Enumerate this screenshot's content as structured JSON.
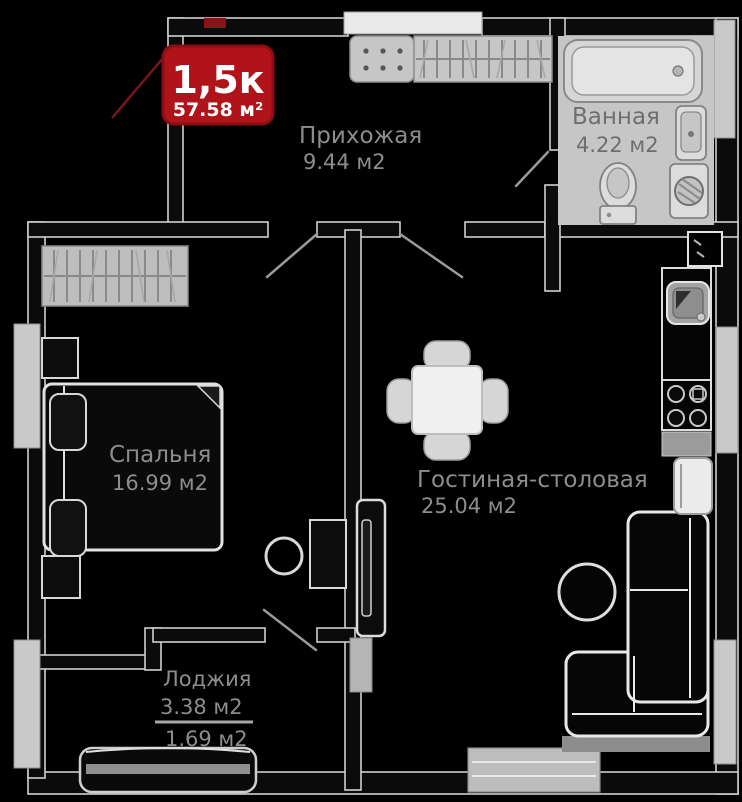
{
  "badge": {
    "rooms_label": "1,5к",
    "total_area": "57.58 м²"
  },
  "rooms": {
    "hallway": {
      "name": "Прихожая",
      "area": "9.44 м2"
    },
    "bathroom": {
      "name": "Ванная",
      "area": "4.22 м2"
    },
    "bedroom": {
      "name": "Спальня",
      "area": "16.99 м2"
    },
    "living": {
      "name": "Гостиная-столовая",
      "area": "25.04 м2"
    },
    "loggia": {
      "name": "Лоджия",
      "area_full": "3.38 м2",
      "area_coeff": "1.69 м2"
    }
  },
  "colors": {
    "background": "#000000",
    "badge_bg": "#b01319",
    "badge_border": "#8c0e14",
    "badge_text": "#ffffff",
    "wall_line": "#cfcfcf",
    "window_fill": "#c9c9c9",
    "label_text": "#8d8d8d",
    "bathroom_label_text": "#6e6e6e",
    "entry_marker": "#8c1218"
  },
  "icons": [
    "bathtub-icon",
    "toilet-icon",
    "sink-icon",
    "washing-machine-icon",
    "hall-wardrobe-icon",
    "shoe-cabinet-icon",
    "bedroom-wardrobe-icon",
    "double-bed-icon",
    "pillow-icon",
    "nightstand-icon",
    "dresser-icon",
    "pouf-icon",
    "tv-unit-icon",
    "dining-table-icon",
    "chair-icon",
    "sofa-icon",
    "coffee-table-icon",
    "kitchen-sink-icon",
    "stove-icon",
    "fridge-icon",
    "vent-shaft-icon",
    "loggia-bench-icon",
    "door-swing-icon",
    "window-icon",
    "balcony-door-icon"
  ]
}
